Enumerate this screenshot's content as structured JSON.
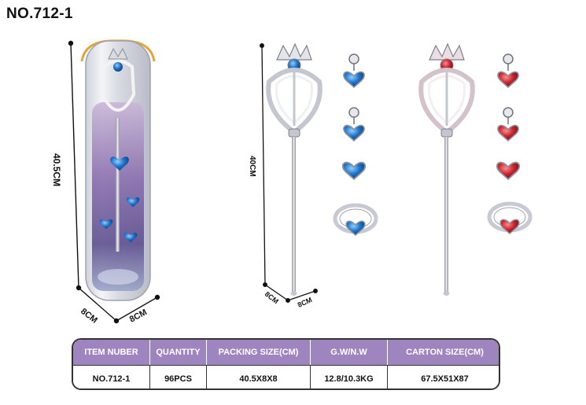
{
  "product": {
    "title": "NO.712-1"
  },
  "dimensions": {
    "tube_height": "40.5CM",
    "tube_width": "8CM",
    "tube_depth": "8CM",
    "wand_height": "40CM",
    "wand_width": "8CM",
    "wand_depth": "8CM"
  },
  "colors": {
    "header_bg": "#9f85c0",
    "blue_gem": "#1f73c9",
    "red_gem": "#c8252f",
    "silver": "#b9bcc4"
  },
  "spec_table": {
    "headers": [
      "ITEM NUBER",
      "QUANTITY",
      "PACKING SIZE(CM)",
      "G.W/N.W",
      "CARTON SIZE(CM)"
    ],
    "row": [
      "NO.712-1",
      "96PCS",
      "40.5X8X8",
      "12.8/10.3KG",
      "67.5X51X87"
    ]
  }
}
